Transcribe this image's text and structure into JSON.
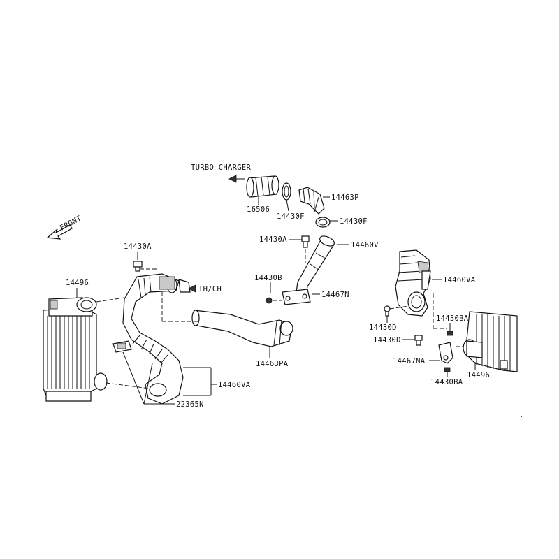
{
  "labels": {
    "turbo_charger": "TURBO CHARGER",
    "front": "FRONT",
    "th_ch": "TH/CH",
    "p16506": "16506",
    "p14430F_top": "14430F",
    "p14463P": "14463P",
    "p14430F_right": "14430F",
    "p14430A_mid": "14430A",
    "p14460V": "14460V",
    "p14430A_left": "14430A",
    "p14496_left": "14496",
    "p14430B": "14430B",
    "p14467N": "14467N",
    "p14463PA": "14463PA",
    "p14460VA_left": "14460VA",
    "p22365N": "22365N",
    "p14460VA_right": "14460VA",
    "p14430D_a": "14430D",
    "p14430BA_a": "14430BA",
    "p14430D_b": "14430D",
    "p14467NA": "14467NA",
    "p14496_right": "14496",
    "p14430BA_b": "14430BA"
  },
  "icons": {
    "front_arrow": "arrow-icon",
    "bolt": "bolt-icon"
  }
}
